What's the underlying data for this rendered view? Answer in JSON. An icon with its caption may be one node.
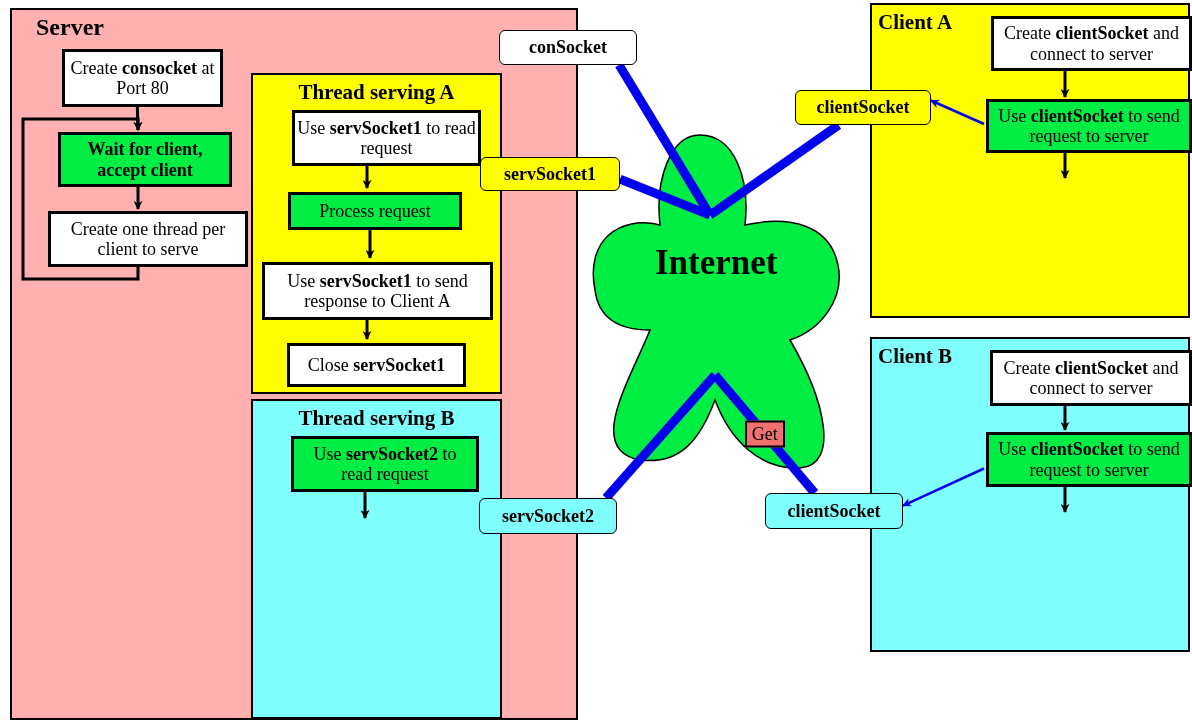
{
  "diagram": {
    "nodes": [
      {
        "text": [
          "Server"
        ]
      },
      {
        "text": [
          "Create **consocket** at Port 80"
        ],
        "in": 0
      },
      {
        "text": [
          "Wait for client, accept client"
        ],
        "in": 0
      },
      {
        "text": [
          "Create one thread per client to serve"
        ],
        "in": 0
      },
      {
        "text": [
          "Thread serving A"
        ],
        "in": 0
      },
      {
        "text": [
          "Use **servSocket1** to read request"
        ],
        "in": 4
      },
      {
        "text": [
          "Process request"
        ],
        "in": 4
      },
      {
        "text": [
          "Use **servSocket1** to send response to Client A"
        ],
        "in": 4
      },
      {
        "text": [
          "Close **servSocket1**"
        ],
        "in": 4
      },
      {
        "text": [
          "Thread serving B"
        ],
        "in": 0
      },
      {
        "text": [
          "Use **servSocket2** to read request"
        ],
        "in": 9
      },
      {
        "text": [
          "conSocket"
        ]
      },
      {
        "text": [
          "servSocket1"
        ]
      },
      {
        "text": [
          "Internet"
        ]
      },
      {
        "text": [
          "clientSocket"
        ]
      },
      {
        "text": [
          "Client A"
        ]
      },
      {
        "text": [
          "Create **clientSocket** and connect to server"
        ],
        "in": 15
      },
      {
        "text": [
          "Use **clientSocket** to send request to server"
        ],
        "in": 15
      },
      {
        "text": [
          "servSocket2"
        ]
      },
      {
        "text": [
          "clientSocket"
        ]
      },
      {
        "text": [
          "Client B"
        ]
      },
      {
        "text": [
          "Create **clientSocket** and connect to server"
        ],
        "in": 20
      },
      {
        "text": [
          "Use **clientSocket** to send request to server"
        ],
        "in": 20
      }
    ],
    "edges": [
      {
        "from": 1,
        "to": 2,
        "arrow": "to"
      },
      {
        "from": 2,
        "to": 3,
        "arrow": "to"
      },
      {
        "from": 3,
        "to": 2,
        "arrow": "to"
      },
      {
        "from": 5,
        "to": 6,
        "arrow": "to"
      },
      {
        "from": 6,
        "to": 7,
        "arrow": "to"
      },
      {
        "from": 7,
        "to": 8,
        "arrow": "to"
      },
      {
        "from": 10,
        "to": null,
        "arrow": "to"
      },
      {
        "from": 16,
        "to": 17,
        "arrow": "to"
      },
      {
        "from": 17,
        "to": null,
        "arrow": "to"
      },
      {
        "from": 21,
        "to": 22,
        "arrow": "to"
      },
      {
        "from": 22,
        "to": null,
        "arrow": "to"
      },
      {
        "from": 17,
        "to": 14,
        "arrow": "to",
        "color": "#0000ee"
      },
      {
        "from": 22,
        "to": 19,
        "arrow": "to",
        "color": "#0000ee"
      },
      {
        "from": 11,
        "to": 13,
        "arrow": "none",
        "style": "thick",
        "color": "#0000ee"
      },
      {
        "from": 12,
        "to": 13,
        "arrow": "none",
        "style": "thick",
        "color": "#0000ee"
      },
      {
        "from": 14,
        "to": 13,
        "arrow": "none",
        "style": "thick",
        "color": "#0000ee"
      },
      {
        "from": 18,
        "to": 13,
        "arrow": "none",
        "style": "thick",
        "color": "#0000ee"
      },
      {
        "from": 19,
        "to": 13,
        "arrow": "none",
        "style": "thick",
        "color": "#0000ee",
        "label": "Get"
      }
    ]
  }
}
